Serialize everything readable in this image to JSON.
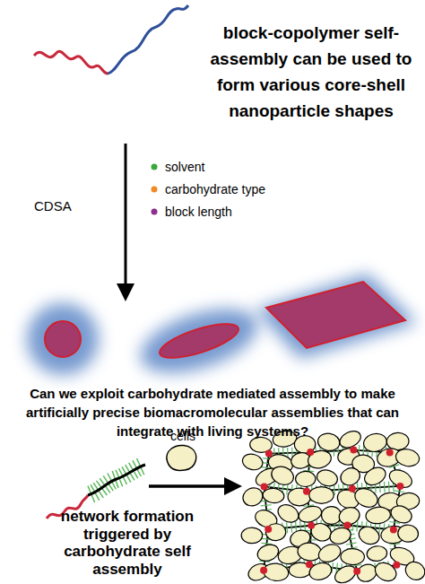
{
  "diagram": {
    "labels": [
      "block-copolymer self-assembly can be used to form various core-shell nanoparticle shapes",
      "CDSA",
      "solvent",
      "carbohydrate type",
      "block length",
      "Can we exploit carbohydrate mediated assembly to make artificially precise biomacromolecular assemblies that can integrate with living systems?",
      "cells",
      "network formation triggered by carbohydrate self assembly"
    ]
  }
}
